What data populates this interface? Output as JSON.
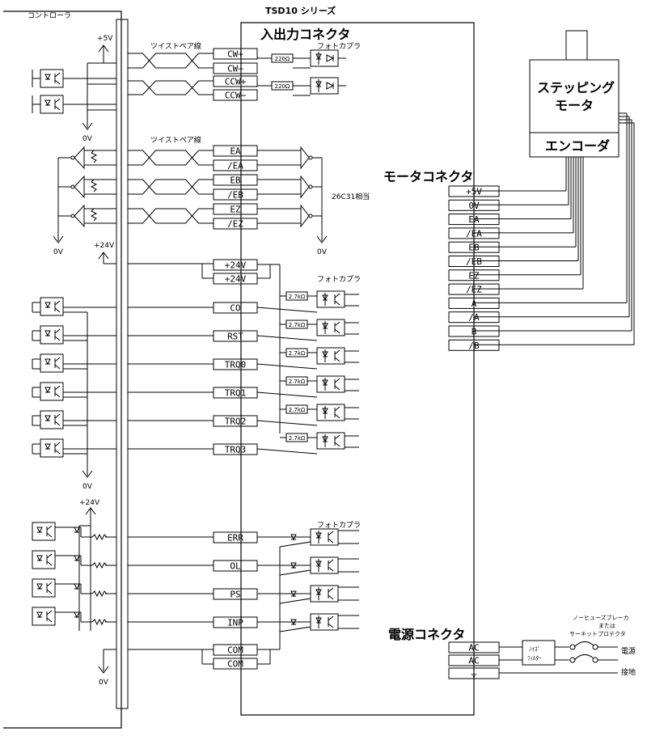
{
  "labels": {
    "controller": "コントローラ",
    "series": "TSD10 シリーズ",
    "io_connector": "入出力コネクタ",
    "motor_connector": "モータコネクタ",
    "power_connector": "電源コネクタ",
    "stepping_motor_1": "ステッピング",
    "stepping_motor_2": "モータ",
    "encoder": "エンコーダ",
    "twisted_pair": "ツイストペア線",
    "photocoupler": "フォトカプラ",
    "compatible_26c31": "26C31相当",
    "plus5v": "+5V",
    "plus24v": "+24V",
    "zero_v": "0V",
    "breaker_1": "ノーヒューズブレーカ",
    "breaker_2": "または",
    "breaker_3": "サーキットプロテクタ",
    "noise_filter_1": "ﾉｲｽﾞ",
    "noise_filter_2": "ﾌｨﾙﾀｰ",
    "power_supply": "電源",
    "ground": "接地"
  },
  "resistors": {
    "r220": "220Ω",
    "r27k": "2.7kΩ"
  },
  "pins": {
    "pulse": [
      "CW+",
      "CW−",
      "CCW+",
      "CCW−"
    ],
    "encoder": [
      "EA",
      "/EA",
      "EB",
      "/EB",
      "EZ",
      "/EZ"
    ],
    "power24": [
      "+24V",
      "+24V"
    ],
    "inputs": [
      "CO",
      "RST",
      "TRQ0",
      "TRQ1",
      "TRQ2",
      "TRQ3"
    ],
    "outputs": [
      "ERR",
      "OL",
      "PS",
      "INP"
    ],
    "common": [
      "COM",
      "COM"
    ],
    "motor": [
      "+5V",
      "0V",
      "EA",
      "/EA",
      "EB",
      "/EB",
      "EZ",
      "/EZ",
      "A",
      "/A",
      "B",
      "/B"
    ],
    "power": [
      "AC",
      "AC",
      "⏚"
    ]
  }
}
